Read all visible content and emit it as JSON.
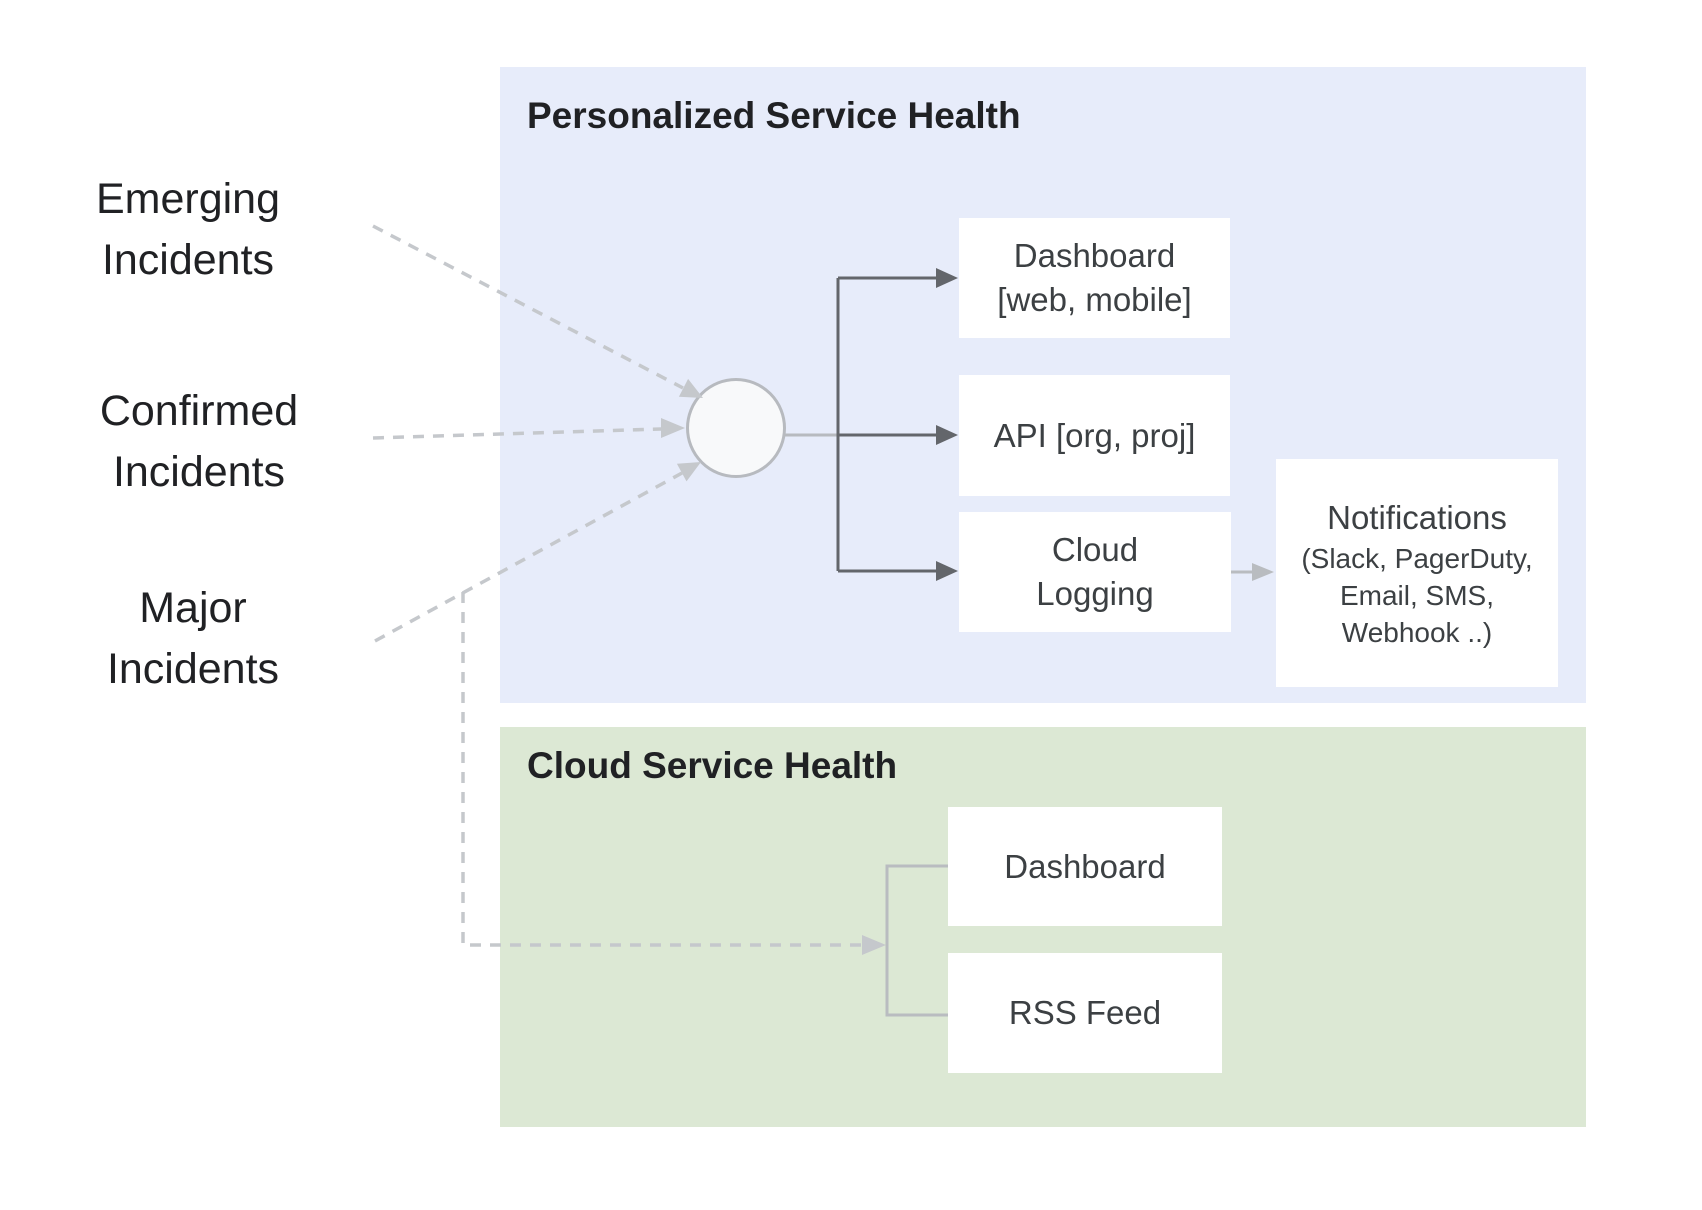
{
  "diagram": {
    "sources": [
      {
        "id": "emerging",
        "label": "Emerging\nIncidents"
      },
      {
        "id": "confirmed",
        "label": "Confirmed\nIncidents"
      },
      {
        "id": "major",
        "label": "Major\nIncidents"
      }
    ],
    "personalized": {
      "title": "Personalized Service Health",
      "dashboard": "Dashboard\n[web, mobile]",
      "api": "API [org, proj]",
      "cloud_logging": "Cloud\nLogging",
      "notifications_title": "Notifications",
      "notifications_channels": "(Slack, PagerDuty,\nEmail, SMS,\nWebhook ..)"
    },
    "cloud": {
      "title": "Cloud Service Health",
      "dashboard": "Dashboard",
      "rss": "RSS Feed"
    },
    "colors": {
      "personalized_bg": "#e7ecfa",
      "cloud_bg": "#dce8d4",
      "box_bg": "#ffffff",
      "title_text": "#202124",
      "box_text": "#3c4043",
      "solid_connector": "#63666b",
      "light_connector": "#b7babf",
      "dashed_connector": "#c5c8cc",
      "node_fill": "#f8f9fa"
    }
  }
}
